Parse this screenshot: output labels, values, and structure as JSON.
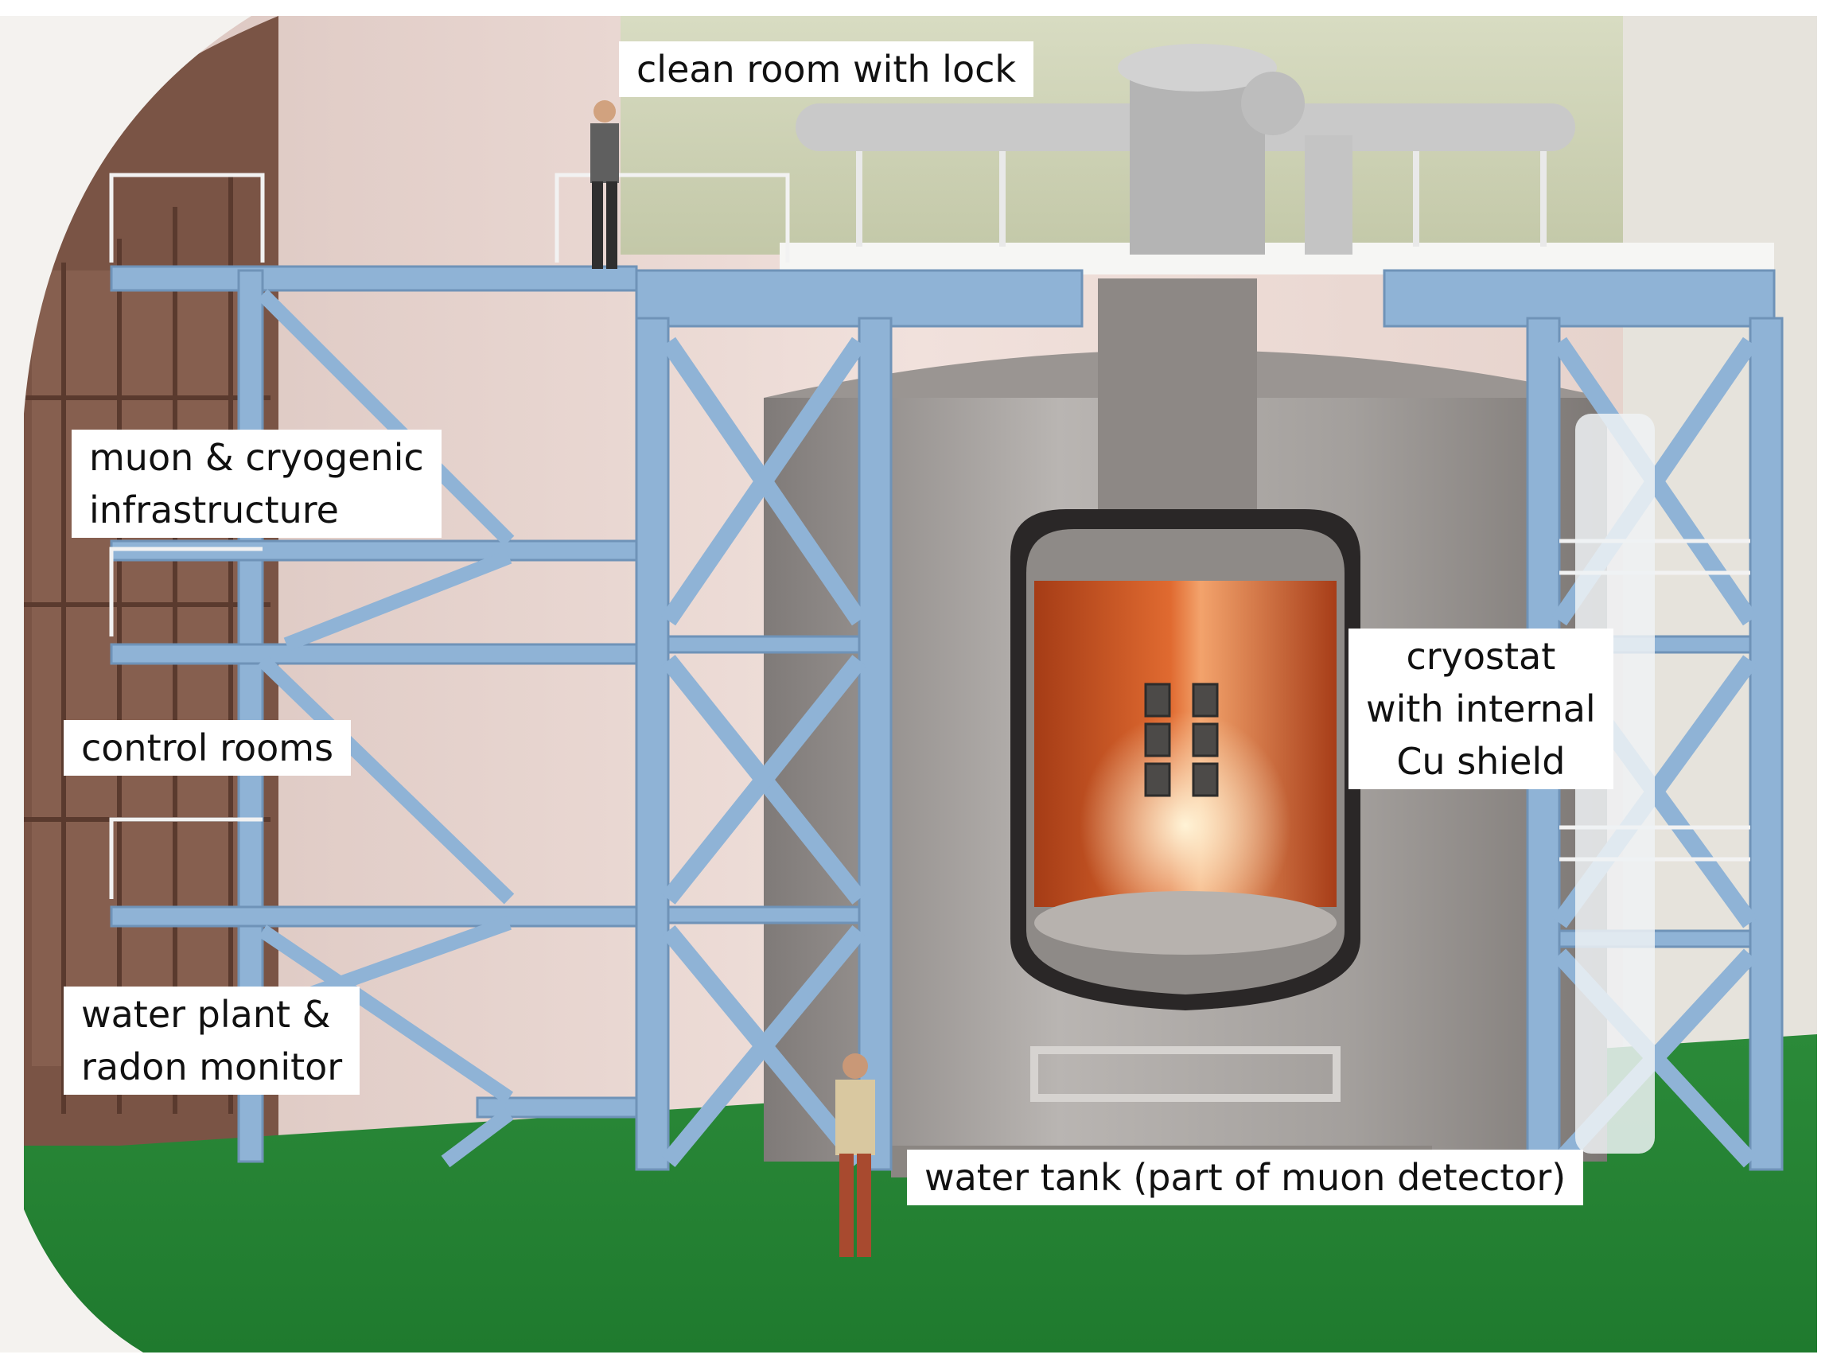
{
  "labels": {
    "clean_room": [
      "clean room with lock"
    ],
    "muon_cryo": [
      "muon & cryogenic",
      "infrastructure"
    ],
    "control_rooms": [
      "control rooms"
    ],
    "water_plant": [
      "water plant &",
      "radon monitor"
    ],
    "cryostat": [
      "cryostat",
      "with internal",
      "Cu shield"
    ],
    "water_tank": [
      "water tank (part of muon detector)"
    ]
  },
  "colors": {
    "steel_blue": "#8fb3d6",
    "floor_green": "#2f8f3c",
    "copper": "#c8501e",
    "tank_grey": "#a8a4a2",
    "wall_pink": "#e8d3cc"
  }
}
